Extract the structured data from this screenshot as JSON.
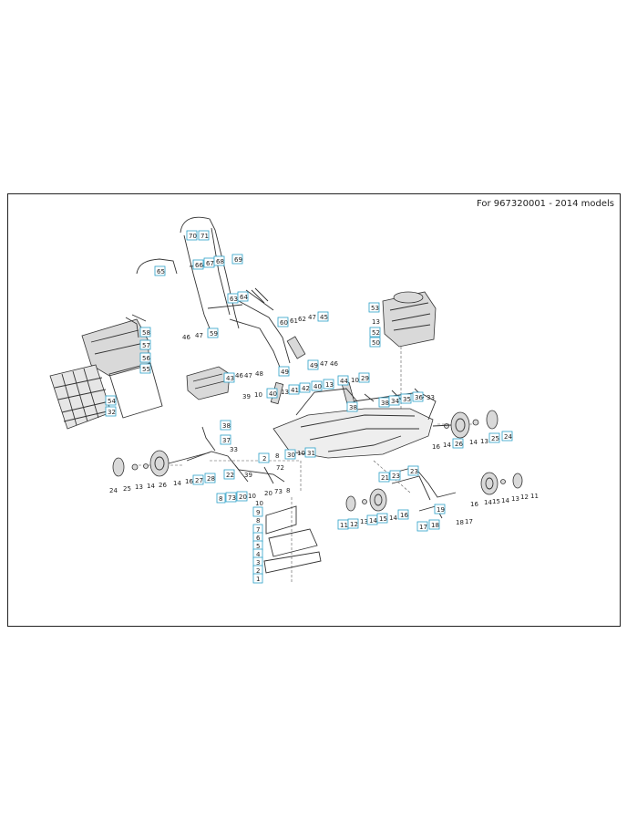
{
  "header": {
    "model_text": "For 967320001 - 2014 models"
  },
  "colors": {
    "label_box": "#2aa0c8",
    "line": "#333333"
  },
  "diagram": {
    "callouts": {
      "c70": "70",
      "c71": "71",
      "c65": "65",
      "c66": "66",
      "c67": "67",
      "c68": "68",
      "c69": "69",
      "c63": "63",
      "c64": "64",
      "c60": "60",
      "c61": "61",
      "c62": "62",
      "c47a": "47",
      "c45": "45",
      "c53": "53",
      "c13a": "13",
      "c52": "52",
      "c50": "50",
      "c46a": "46",
      "c47b": "47",
      "c59": "59",
      "c58": "58",
      "c57": "57",
      "c56": "56",
      "c55": "55",
      "c54": "54",
      "c32": "32",
      "c46b": "46",
      "c47c": "47",
      "c48": "48",
      "c49": "49",
      "c47d": "47",
      "c46c": "46",
      "c43": "43",
      "c39": "39",
      "c10a": "10",
      "c40": "40",
      "c13b": "13",
      "c41": "41",
      "c42": "42",
      "c40b": "40",
      "c44": "44",
      "c10b": "10",
      "c29": "29",
      "c38a": "38",
      "c38b": "38",
      "c34": "34",
      "c35": "35",
      "c36": "36",
      "c33a": "33",
      "c38c": "38",
      "c37": "37",
      "c33b": "33",
      "c2": "2",
      "c8a": "8",
      "c30": "30",
      "c31": "31",
      "c10c": "10",
      "c24a": "24",
      "c25": "25",
      "c13c": "13",
      "c14a": "14",
      "c26a": "26",
      "c14b": "14",
      "c16a": "16",
      "c27": "27",
      "c28": "28",
      "c22": "22",
      "c39b": "39",
      "c10d": "10",
      "c20a": "20",
      "c73a": "73",
      "c8b": "8",
      "c72": "72",
      "c8c": "8",
      "c73b": "73",
      "c20b": "20",
      "c10e": "10",
      "c16b": "16",
      "c14c": "14",
      "c26b": "26",
      "c14d": "14",
      "c25b": "25",
      "c24b": "24",
      "c21": "21",
      "c23a": "23",
      "c23b": "23",
      "c19": "19",
      "c18": "18",
      "c17a": "17",
      "c16c": "16",
      "c17b": "17",
      "c15a": "15",
      "c14e": "14",
      "c13d": "13",
      "c12a": "12",
      "c11a": "11",
      "c11b": "11",
      "c12b": "12",
      "c13e": "13",
      "c14f": "14",
      "c15b": "15",
      "c14g": "14",
      "c16d": "16",
      "c17c": "17",
      "c18b": "18",
      "c10f": "10",
      "c9": "9",
      "c8d": "8",
      "c7": "7",
      "c6": "6",
      "c5": "5",
      "c4": "4",
      "c3": "3",
      "c2b": "2",
      "c1": "1"
    }
  }
}
